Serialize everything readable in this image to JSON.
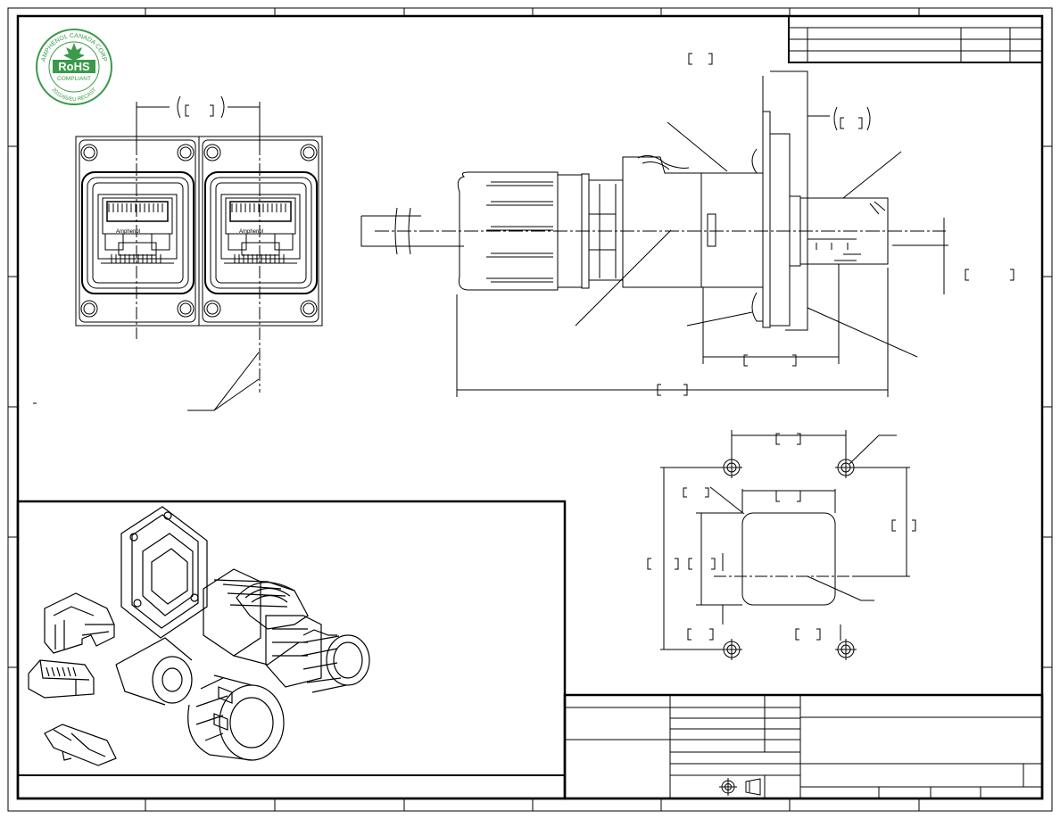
{
  "logo": {
    "ring_text_top": "AMPHENOL CANADA CORP",
    "ring_text_bottom": "2011/65/EU RECAST",
    "badge": "RoHS",
    "subtitle": "COMPLIANT"
  },
  "views": {
    "front": {
      "label_text": "Amphenol"
    },
    "side": {},
    "cutout": {},
    "isometric": {}
  },
  "colors": {
    "line": "#000000",
    "logo_green": "#3a9a4a",
    "paper": "#ffffff"
  },
  "icons": [
    "rohs-logo-icon",
    "projection-symbol-icon"
  ]
}
